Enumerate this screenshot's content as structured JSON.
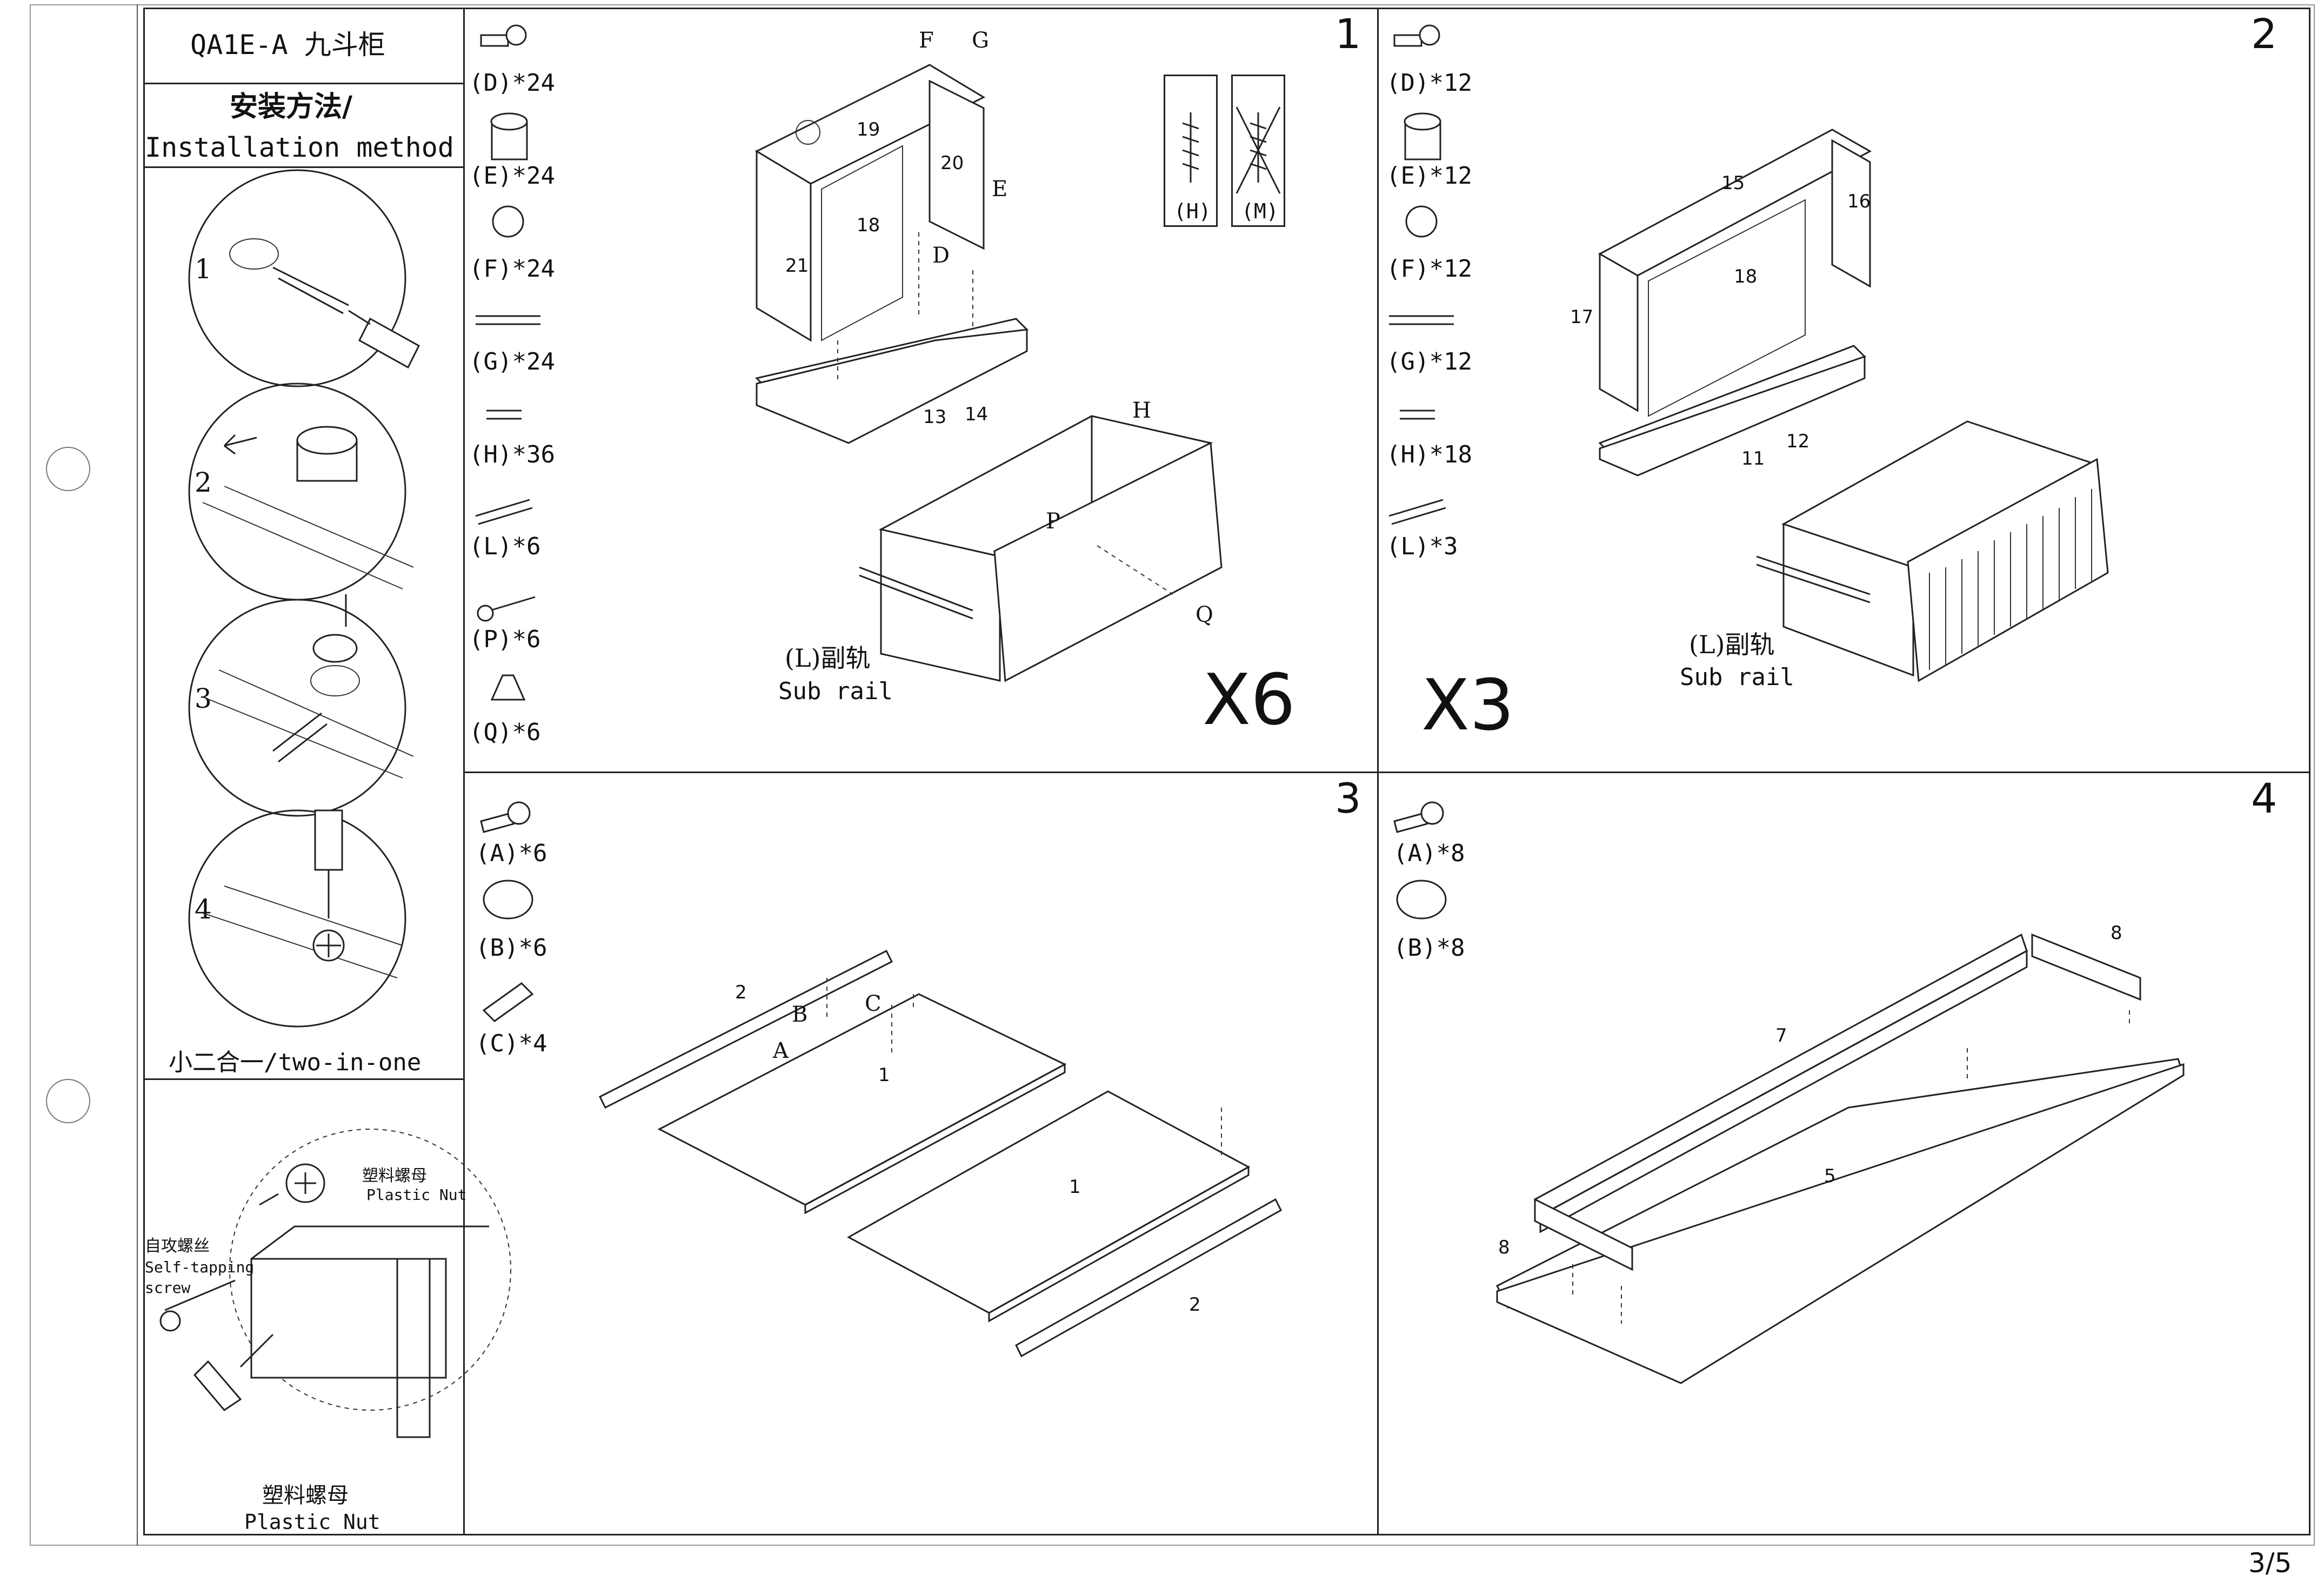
{
  "header": {
    "model": "QA1E-A 九斗柜"
  },
  "sidebar": {
    "method_cn": "安装方法/",
    "method_en": "Installation method",
    "steps": [
      "1",
      "2",
      "3",
      "4"
    ],
    "two_in_one": "小二合一/two-in-one",
    "plastic_nut_cn": "塑料螺母",
    "plastic_nut_en": "Plastic Nut",
    "self_tapping_cn": "自攻螺丝",
    "self_tapping_en": "Self-tapping",
    "screw_en": "screw",
    "bottom_cn": "塑料螺母",
    "bottom_en": "Plastic Nut"
  },
  "panel1": {
    "number": "1",
    "parts": [
      "(D)*24",
      "(E)*24",
      "(F)*24",
      "(G)*24",
      "(H)*36",
      "(L)*6",
      "(P)*6",
      "(Q)*6"
    ],
    "screw_ok": "(H)",
    "screw_no": "(M)",
    "sub_rail_cn": "(L)副轨",
    "sub_rail_en": "Sub rail",
    "multiplier": "X6",
    "board_numbers": [
      "19",
      "20",
      "18",
      "21",
      "13",
      "14"
    ],
    "letters": {
      "F": "F",
      "G": "G",
      "D": "D",
      "E": "E",
      "H": "H",
      "P": "P",
      "Q": "Q"
    }
  },
  "panel2": {
    "number": "2",
    "parts": [
      "(D)*12",
      "(E)*12",
      "(F)*12",
      "(G)*12",
      "(H)*18",
      "(L)*3"
    ],
    "sub_rail_cn": "(L)副轨",
    "sub_rail_en": "Sub rail",
    "multiplier": "X3",
    "board_numbers": [
      "15",
      "16",
      "18",
      "17",
      "11",
      "12"
    ]
  },
  "panel3": {
    "number": "3",
    "parts": [
      "(A)*6",
      "(B)*6",
      "(C)*4"
    ],
    "board_numbers": [
      "2",
      "1",
      "1",
      "2"
    ],
    "letters": {
      "A": "A",
      "B": "B",
      "C": "C"
    }
  },
  "panel4": {
    "number": "4",
    "parts": [
      "(A)*8",
      "(B)*8"
    ],
    "board_numbers": [
      "8",
      "7",
      "5",
      "8"
    ]
  },
  "footer": {
    "page": "3/5"
  }
}
